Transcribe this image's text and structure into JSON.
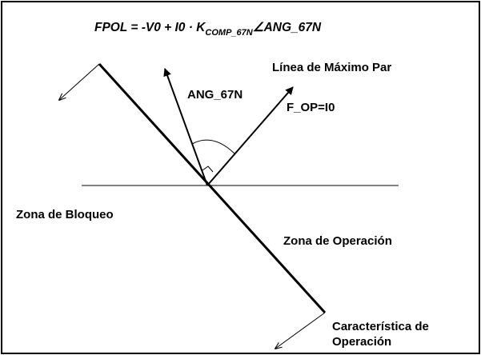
{
  "formula": {
    "lhs": "FPOL = -V0 + I0 · K",
    "subscript": "COMP_67N",
    "rhs": "∠ANG_67N"
  },
  "labels": {
    "max_torque_line": "Línea de Máximo Par",
    "angle": "ANG_67N",
    "f_op": "F_OP=I0",
    "blocking_zone": "Zona de Bloqueo",
    "operating_zone": "Zona de Operación",
    "characteristic_line1": "Característica de",
    "characteristic_line2": "Operación"
  }
}
